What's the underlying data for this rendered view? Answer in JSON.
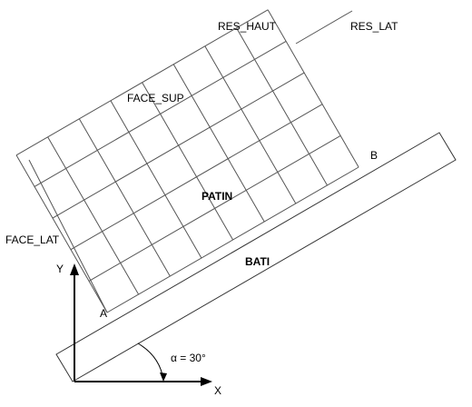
{
  "labels": {
    "res_haut": "RES_HAUT",
    "res_lat": "RES_LAT",
    "face_sup": "FACE_SUP",
    "face_lat": "FACE_LAT",
    "patin": "PATIN",
    "bati": "BATI",
    "point_a": "A",
    "point_b": "B",
    "axis_x": "X",
    "axis_y": "Y",
    "angle": "α = 30°"
  },
  "geometry": {
    "angle_deg": 30,
    "grid_columns": 8,
    "grid_rows": 5
  }
}
